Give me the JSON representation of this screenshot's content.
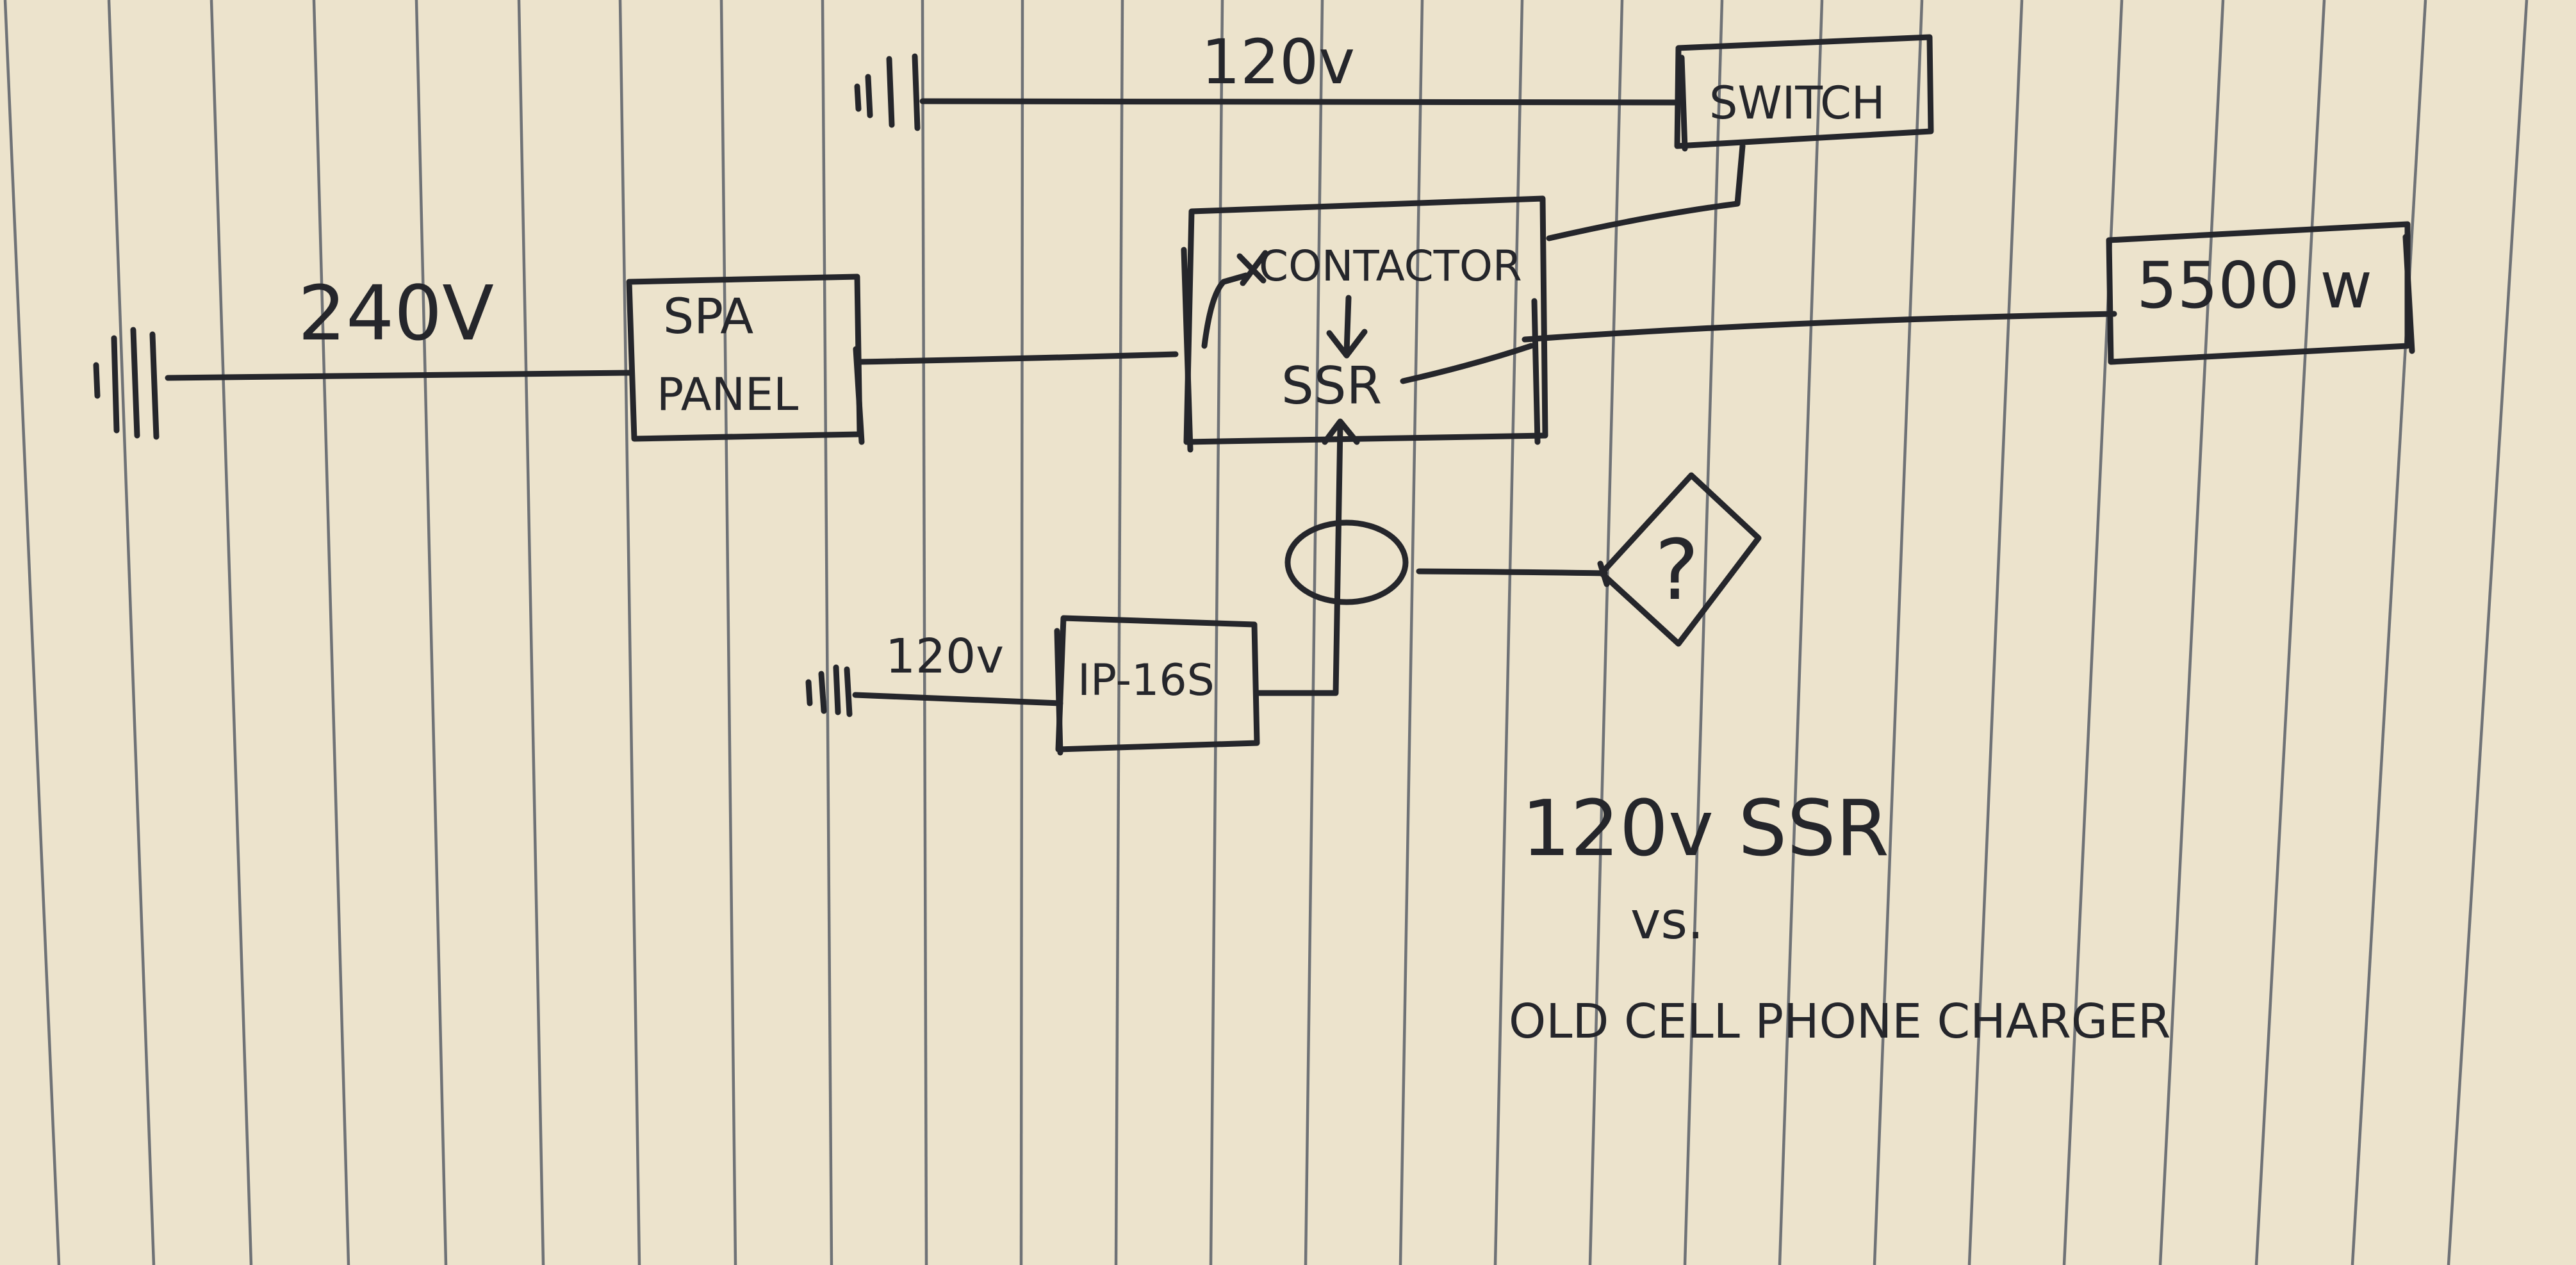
{
  "diagram": {
    "paper": {
      "background": "#ece3cc",
      "rule_color": "#5a5f68",
      "ink_color": "#25262b"
    },
    "labels": {
      "main_voltage": "240V",
      "switch_voltage": "120v",
      "controller_voltage": "120v",
      "spa_panel_line1": "SPA",
      "spa_panel_line2": "PANEL",
      "contactor": "CONTACTOR",
      "ssr": "SSR",
      "switch": "SWITCH",
      "heater": "5500 w",
      "controller": "IP-16S",
      "unknown": "?"
    },
    "notes": {
      "line1": "120v SSR",
      "line2": "vs.",
      "line3": "OLD CELL PHONE CHARGER"
    }
  }
}
